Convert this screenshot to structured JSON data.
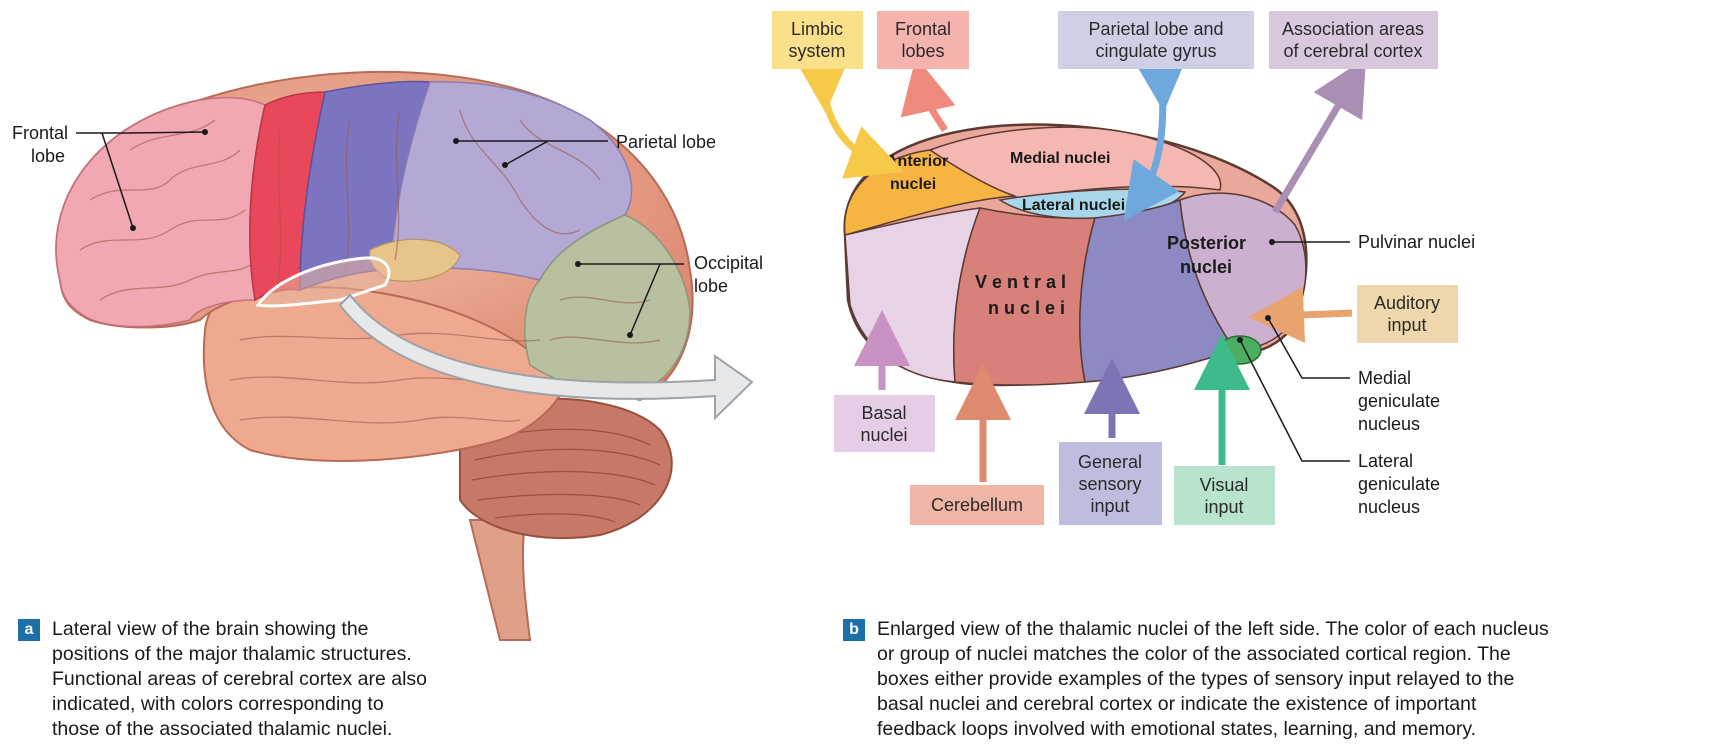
{
  "left_panel": {
    "labels": {
      "frontal_lobe": [
        "Frontal",
        "lobe"
      ],
      "parietal_lobe": "Parietal lobe",
      "occipital_lobe": [
        "Occipital",
        "lobe"
      ]
    },
    "caption": {
      "badge": "a",
      "text": "Lateral view of the brain showing the\npositions of the major thalamic structures.\nFunctional areas of cerebral cortex are also\nindicated, with colors corresponding to\nthose of the associated thalamic nuclei."
    }
  },
  "right_panel": {
    "boxes": {
      "limbic_system": [
        "Limbic",
        "system"
      ],
      "frontal_lobes": [
        "Frontal",
        "lobes"
      ],
      "parietal_cingulate": [
        "Parietal lobe and",
        "cingulate gyrus"
      ],
      "association_areas": [
        "Association areas",
        "of cerebral cortex"
      ],
      "auditory_input": [
        "Auditory",
        "input"
      ],
      "basal_nuclei": [
        "Basal",
        "nuclei"
      ],
      "cerebellum": [
        "Cerebellum"
      ],
      "general_sensory": [
        "General",
        "sensory",
        "input"
      ],
      "visual_input": [
        "Visual",
        "input"
      ]
    },
    "nuclei": {
      "anterior": [
        "Anterior",
        "nuclei"
      ],
      "medial": "Medial nuclei",
      "lateral": "Lateral nuclei",
      "posterior": [
        "Posterior",
        "nuclei"
      ],
      "ventral": [
        "V e n t r a l",
        "n u c l e i"
      ]
    },
    "side_labels": {
      "pulvinar": "Pulvinar nuclei",
      "medial_geniculate": [
        "Medial",
        "geniculate",
        "nucleus"
      ],
      "lateral_geniculate": [
        "Lateral",
        "geniculate",
        "nucleus"
      ]
    },
    "caption": {
      "badge": "b",
      "text": "Enlarged view of the thalamic nuclei of the left side. The color of each nucleus\nor group of nuclei matches the color of the associated cortical region. The\nboxes either provide examples of the types of sensory input relayed to the\nbasal nuclei and cerebral cortex or indicate the existence of important\nfeedback loops involved with emotional states, learning, and memory."
    }
  },
  "colors": {
    "limbic": "#f7c948",
    "frontal": "#ef8a7c",
    "parietal": "#6fa8dc",
    "association": "#a98fb4",
    "auditory": "#e9a36f",
    "basal": "#c991c4",
    "cerebellum": "#de8a6f",
    "general_sensory": "#7b75b6",
    "visual": "#3dbb8a",
    "badge": "#1d6fa8"
  }
}
